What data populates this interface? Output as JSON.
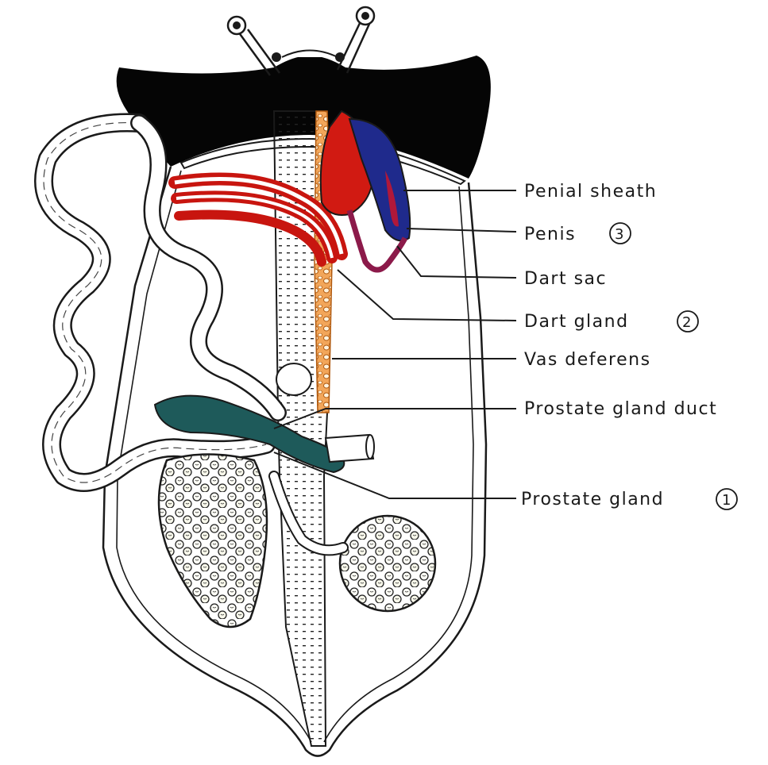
{
  "labels": {
    "penial_sheath": "Penial sheath",
    "penis": "Penis",
    "penis_num": "3",
    "dart_sac": "Dart sac",
    "dart_gland": "Dart gland",
    "dart_gland_num": "2",
    "vas_deferens": "Vas deferens",
    "prostate_gland_duct": "Prostate gland duct",
    "prostate_gland": "Prostate gland",
    "prostate_gland_num": "1"
  },
  "colors": {
    "head_mantle": "#050505",
    "penis_red": "#d11a12",
    "penial_sheath_blue": "#1f2a8c",
    "dart_gland_red": "#c8150f",
    "dart_sac_purple": "#8c1a4a",
    "vas_deferens_orange": "#f0a04a",
    "prostate_duct_teal": "#1e5a5a",
    "line": "#1a1a1a"
  },
  "icons": {
    "penis_num_marker": "circled-number",
    "dart_gland_num_marker": "circled-number",
    "prostate_gland_num_marker": "circled-number"
  }
}
